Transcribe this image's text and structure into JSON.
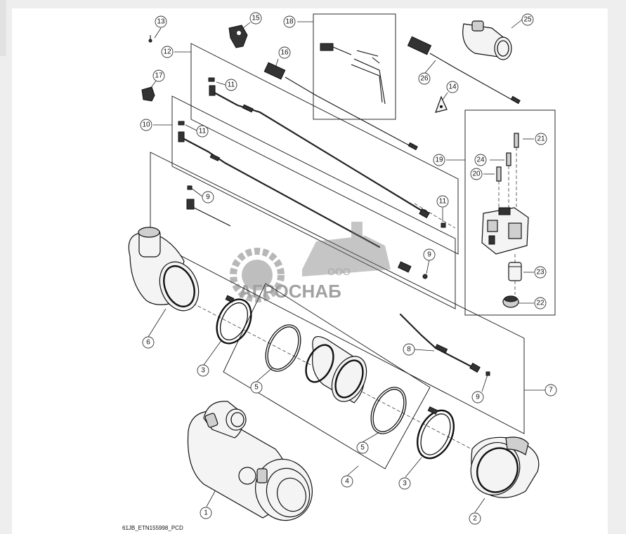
{
  "figure_code": "61JB_ETN155998_PCD",
  "watermark": {
    "company_form": "ООО",
    "name": "АГРОСНАБ"
  },
  "callouts": [
    "1",
    "2",
    "3",
    "3",
    "4",
    "5",
    "5",
    "6",
    "7",
    "8",
    "9",
    "9",
    "9",
    "10",
    "11",
    "11",
    "11",
    "12",
    "13",
    "14",
    "15",
    "16",
    "17",
    "18",
    "19",
    "20",
    "21",
    "22",
    "23",
    "24",
    "25",
    "26"
  ]
}
